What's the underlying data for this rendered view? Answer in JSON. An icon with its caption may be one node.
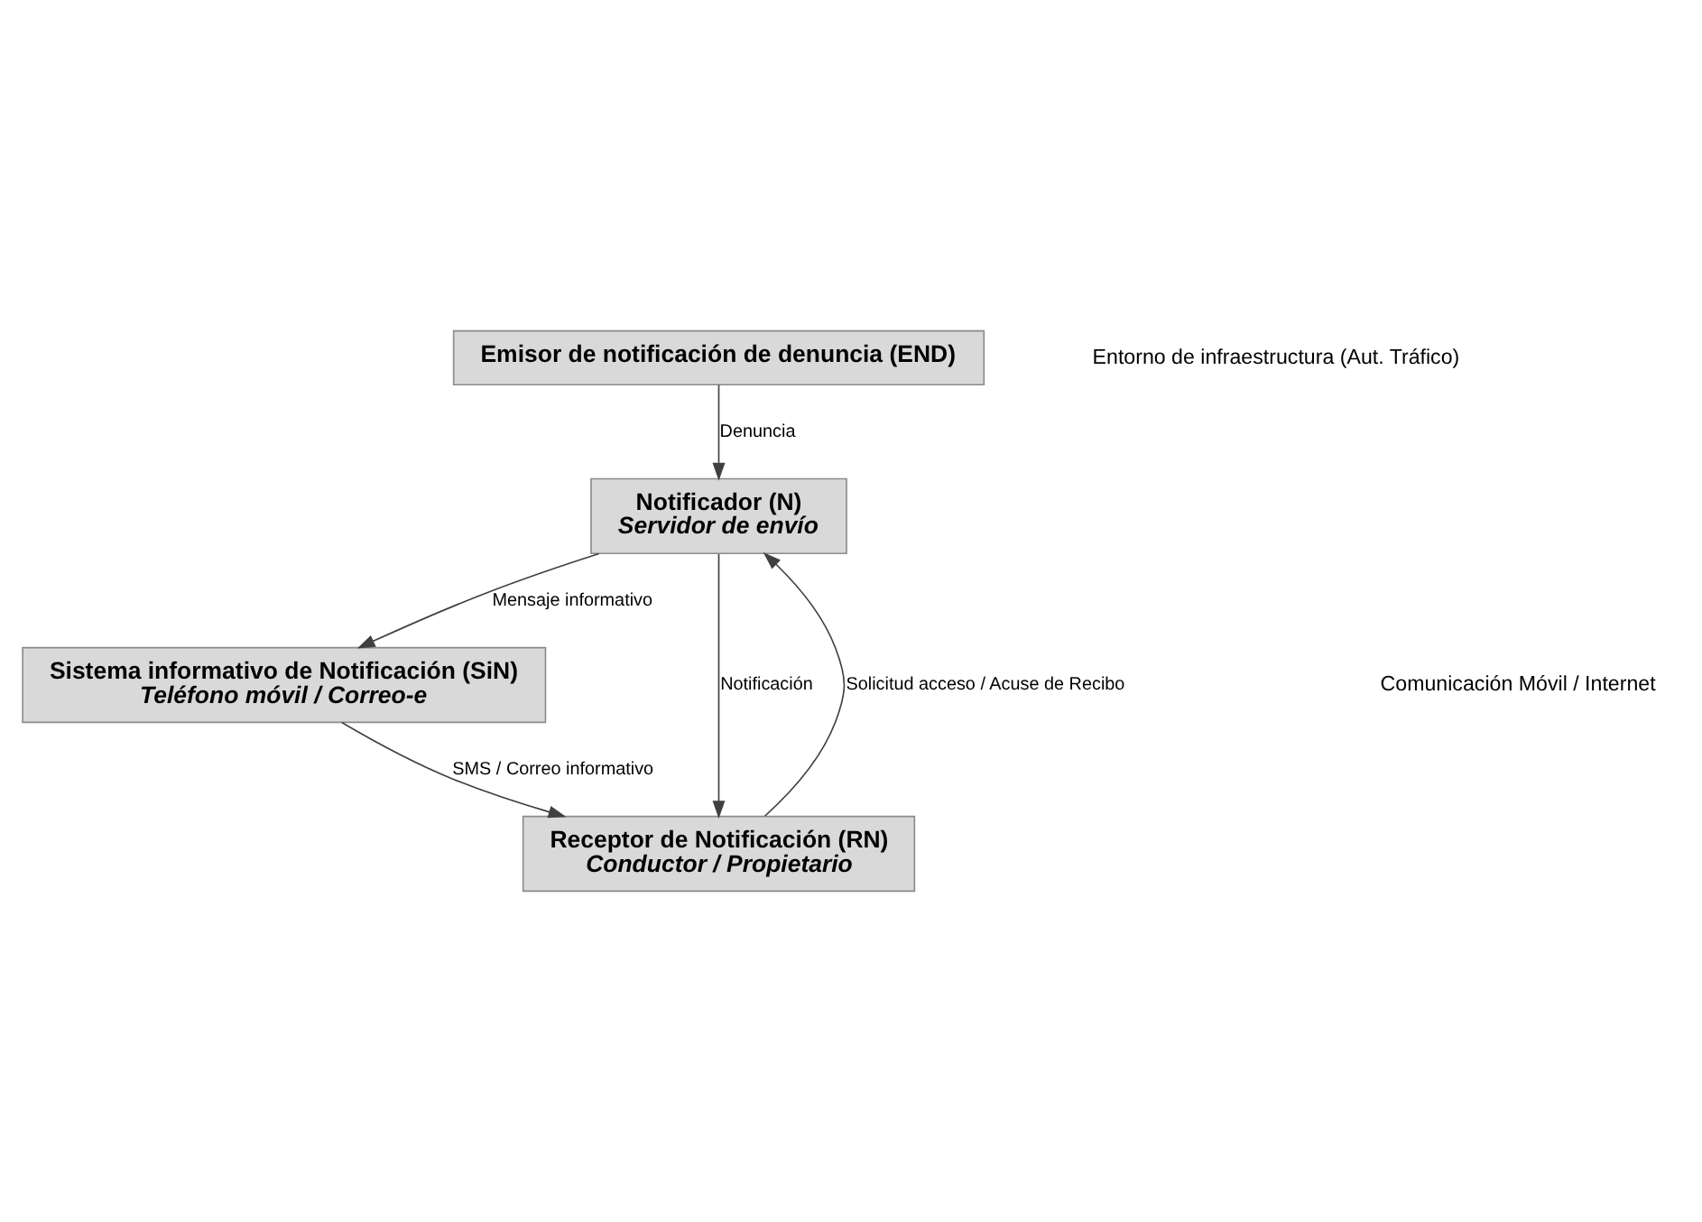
{
  "diagram": {
    "nodes": [
      {
        "text": [
          "Emisor de notificación de denuncia (END)"
        ]
      },
      {
        "text": [
          "Notificador (N)",
          "Servidor de envío"
        ]
      },
      {
        "text": [
          "Sistema informativo de Notificación (SiN)",
          "Teléfono móvil / Correo-e"
        ]
      },
      {
        "text": [
          "Receptor de Notificación (RN)",
          "Conductor / Propietario"
        ]
      }
    ],
    "edges": [
      {
        "from": 0,
        "to": 1,
        "arrow": "to",
        "label": "Denuncia"
      },
      {
        "from": 1,
        "to": 2,
        "arrow": "to",
        "label": "Mensaje informativo"
      },
      {
        "from": 1,
        "to": 3,
        "arrow": "to",
        "label": "Notificación"
      },
      {
        "from": 3,
        "to": 1,
        "arrow": "to",
        "label": "Solicitud acceso / Acuse de Recibo"
      },
      {
        "from": 2,
        "to": 3,
        "arrow": "to",
        "label": "SMS / Correo informativo"
      }
    ],
    "labels": [
      "Entorno de infraestructura (Aut. Tráfico)",
      "Comunicación Móvil / Internet"
    ]
  }
}
